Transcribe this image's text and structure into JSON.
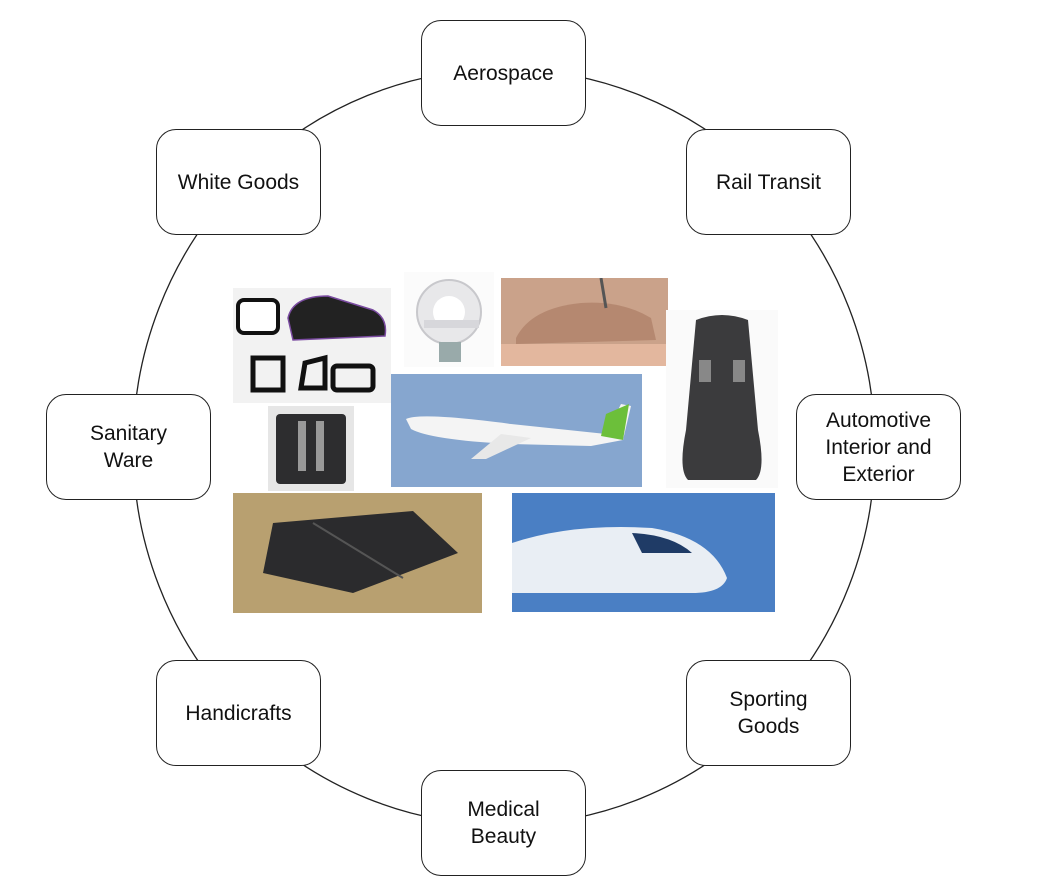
{
  "diagram": {
    "title": "",
    "center_images": [
      {
        "name": "rail-windows-photo"
      },
      {
        "name": "ct-scanner-photo"
      },
      {
        "name": "car-clay-model-photo"
      },
      {
        "name": "carbon-seat-photo"
      },
      {
        "name": "airliner-photo"
      },
      {
        "name": "panel-part-photo"
      },
      {
        "name": "battery-enclosure-photo"
      },
      {
        "name": "bullet-train-photo"
      }
    ],
    "nodes": [
      {
        "id": "aerospace",
        "label": "Aerospace"
      },
      {
        "id": "rail-transit",
        "label": "Rail Transit"
      },
      {
        "id": "automotive",
        "label": "Automotive\nInterior and\nExterior"
      },
      {
        "id": "sporting-goods",
        "label": "Sporting\nGoods"
      },
      {
        "id": "medical-beauty",
        "label": "Medical\nBeauty"
      },
      {
        "id": "handicrafts",
        "label": "Handicrafts"
      },
      {
        "id": "sanitary-ware",
        "label": "Sanitary\nWare"
      },
      {
        "id": "white-goods",
        "label": "White Goods"
      }
    ],
    "colors": {
      "stroke": "#222222",
      "background": "#ffffff"
    }
  }
}
